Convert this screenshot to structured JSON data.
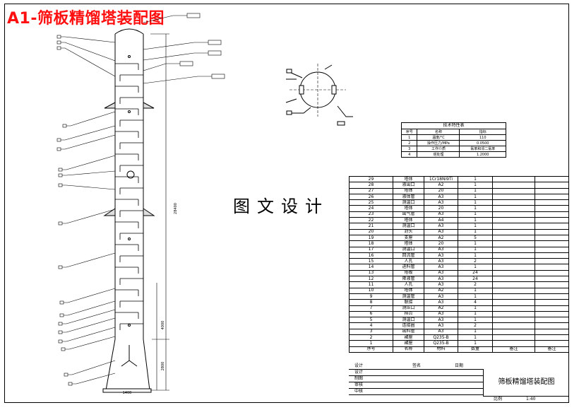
{
  "title": "A1-筛板精馏塔装配图",
  "watermark": "图文设计",
  "tech_table": {
    "caption": "技术特性表",
    "headers": [
      "序号",
      "名称",
      "指标"
    ],
    "rows": [
      [
        "1",
        "温度/°C",
        "110"
      ],
      [
        "2",
        "操作压力/MPa",
        "0.0500"
      ],
      [
        "3",
        "工作介质",
        "氯苯和邻二氯苯"
      ],
      [
        "4",
        "塔处理",
        "1.2000"
      ]
    ]
  },
  "parts": {
    "rows": [
      [
        "29",
        "塔体",
        "1Cr18Ni9Ti",
        "1",
        "",
        ""
      ],
      [
        "28",
        "液出口",
        "A2",
        "1",
        "",
        ""
      ],
      [
        "27",
        "塔体",
        "20",
        "1",
        "",
        ""
      ],
      [
        "26",
        "液体管",
        "A3",
        "1",
        "",
        ""
      ],
      [
        "25",
        "测温口",
        "A3",
        "1",
        "",
        ""
      ],
      [
        "24",
        "塔体",
        "20",
        "1",
        "",
        ""
      ],
      [
        "23",
        "出气管",
        "A3",
        "1",
        "",
        ""
      ],
      [
        "22",
        "塔体",
        "A4",
        "1",
        "",
        ""
      ],
      [
        "21",
        "测温口",
        "A3",
        "1",
        "",
        ""
      ],
      [
        "20",
        "封头",
        "A3",
        "1",
        "",
        ""
      ],
      [
        "19",
        "支座",
        "A2",
        "5",
        "",
        ""
      ],
      [
        "18",
        "塔体",
        "20",
        "1",
        "",
        ""
      ],
      [
        "17",
        "测温口",
        "A3",
        "1",
        "",
        ""
      ],
      [
        "16",
        "回流管",
        "A3",
        "1",
        "",
        ""
      ],
      [
        "15",
        "人孔",
        "A3",
        "2",
        "",
        ""
      ],
      [
        "14",
        "进料管",
        "A3",
        "1",
        "",
        ""
      ],
      [
        "13",
        "塔板",
        "A3",
        "24",
        "",
        ""
      ],
      [
        "12",
        "降液管",
        "A3",
        "24",
        "",
        ""
      ],
      [
        "11",
        "人孔",
        "A3",
        "2",
        "",
        ""
      ],
      [
        "10",
        "塔体",
        "A2",
        "1",
        "",
        ""
      ],
      [
        "9",
        "测温管",
        "A3",
        "1",
        "",
        ""
      ],
      [
        "8",
        "联接",
        "A3",
        "4",
        "",
        ""
      ],
      [
        "7",
        "测压口",
        "A2",
        "1",
        "",
        ""
      ],
      [
        "6",
        "排点",
        "A3",
        "1",
        "",
        ""
      ],
      [
        "5",
        "测温口",
        "A3",
        "1",
        "",
        ""
      ],
      [
        "4",
        "连接圈",
        "A3",
        "2",
        "",
        ""
      ],
      [
        "3",
        "出料管",
        "A3",
        "1",
        "",
        ""
      ],
      [
        "2",
        "裙座",
        "Q235-B",
        "1",
        "",
        ""
      ],
      [
        "1",
        "裙座",
        "Q235-B",
        "1",
        "",
        ""
      ]
    ],
    "footer": [
      "序号",
      "名称",
      "材料",
      "数量",
      "备注",
      "备注"
    ]
  },
  "title_block": {
    "rows": [
      {
        "a": "设计",
        "b": "签名",
        "c": "日期"
      },
      {
        "a": "设计",
        "b": "",
        "c": ""
      },
      {
        "a": "制图",
        "b": "",
        "c": ""
      },
      {
        "a": "审核",
        "b": "",
        "c": ""
      },
      {
        "a": "中核",
        "b": "",
        "c": ""
      }
    ],
    "drawing_name": "筛板精馏塔装配图",
    "scale_label": "比例",
    "scale_value": "1:40"
  },
  "tower_labels": {
    "total_height": "28400",
    "mid_height": "4000",
    "skirt_height": "2800",
    "base_width": "1400"
  }
}
